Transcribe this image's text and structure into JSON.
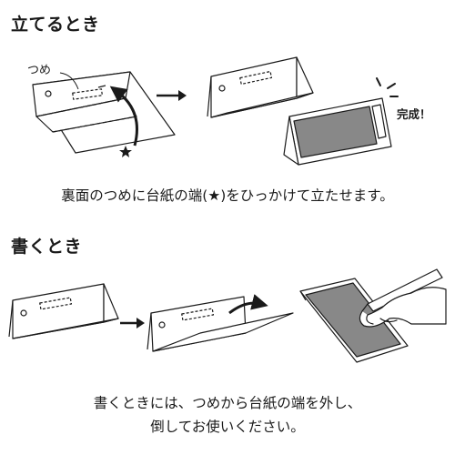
{
  "sections": {
    "stand": {
      "title": "立てるとき",
      "tab_label": "つめ",
      "done_label": "完成！",
      "caption": "裏面のつめに台紙の端(★)をひっかけて立たせます。"
    },
    "write": {
      "title": "書くとき",
      "caption_line1": "書くときには、つめから台紙の端を外し、",
      "caption_line2": "倒してお使いください。"
    }
  },
  "icons": [
    "star-icon",
    "curved-arrow-icon",
    "right-arrow-icon",
    "sparkle-lines-icon"
  ],
  "colors": {
    "ink": "#1a1a1a",
    "calendar_face": "#888888",
    "paper": "#ffffff"
  }
}
